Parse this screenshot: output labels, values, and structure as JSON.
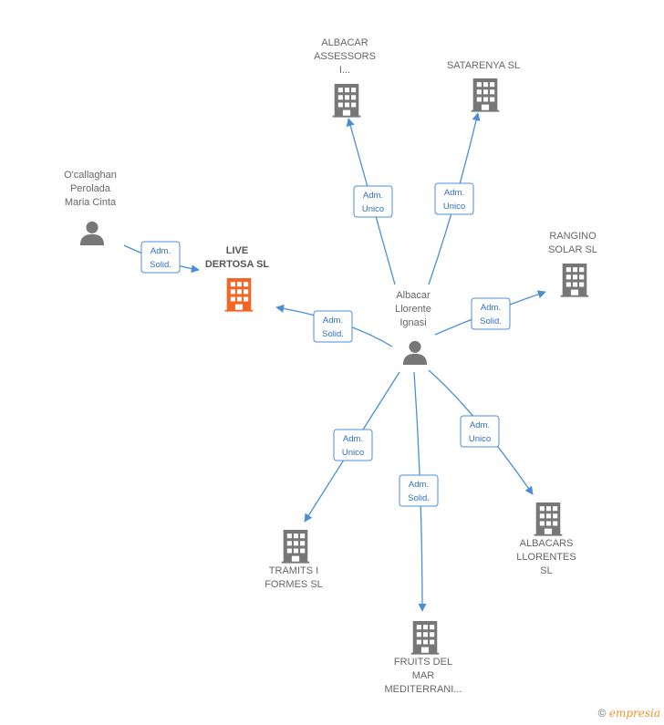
{
  "colors": {
    "edge": "#4a8fd6",
    "node_icon": "#777777",
    "focus_icon": "#f26522",
    "label_text": "#666666"
  },
  "nodes": [
    {
      "id": "center",
      "kind": "person",
      "lines": [
        "Albacar",
        "Llorente",
        "Ignasi"
      ]
    },
    {
      "id": "live",
      "kind": "company",
      "focus": true,
      "lines": [
        "LIVE",
        "DERTOSA  SL"
      ]
    },
    {
      "id": "ocallaghan",
      "kind": "person",
      "lines": [
        "O'callaghan",
        "Perolada",
        "Maria Cinta"
      ]
    },
    {
      "id": "albacar_assessors",
      "kind": "company",
      "lines": [
        "ALBACAR",
        "ASSESSORS",
        "I..."
      ]
    },
    {
      "id": "satarenya",
      "kind": "company",
      "lines": [
        "SATARENYA SL"
      ]
    },
    {
      "id": "rangino",
      "kind": "company",
      "lines": [
        "RANGINO",
        "SOLAR  SL"
      ]
    },
    {
      "id": "albacars",
      "kind": "company",
      "lines": [
        "ALBACARS",
        "LLORENTES",
        "SL"
      ]
    },
    {
      "id": "fruits",
      "kind": "company",
      "lines": [
        "FRUITS DEL",
        "MAR",
        "MEDITERRANI..."
      ]
    },
    {
      "id": "tramits",
      "kind": "company",
      "lines": [
        "TRAMITS I",
        "FORMES  SL"
      ]
    }
  ],
  "edges": [
    {
      "from": "center",
      "to": "albacar_assessors",
      "label": [
        "Adm.",
        "Unico"
      ]
    },
    {
      "from": "center",
      "to": "satarenya",
      "label": [
        "Adm.",
        "Unico"
      ]
    },
    {
      "from": "center",
      "to": "rangino",
      "label": [
        "Adm.",
        "Solid."
      ]
    },
    {
      "from": "center",
      "to": "live",
      "label": [
        "Adm.",
        "Solid."
      ]
    },
    {
      "from": "center",
      "to": "albacars",
      "label": [
        "Adm.",
        "Unico"
      ]
    },
    {
      "from": "center",
      "to": "fruits",
      "label": [
        "Adm.",
        "Solid."
      ]
    },
    {
      "from": "center",
      "to": "tramits",
      "label": [
        "Adm.",
        "Unico"
      ]
    },
    {
      "from": "ocallaghan",
      "to": "live",
      "label": [
        "Adm.",
        "Solid."
      ]
    }
  ],
  "footer": {
    "copyright": "©",
    "brand": "empresia"
  }
}
